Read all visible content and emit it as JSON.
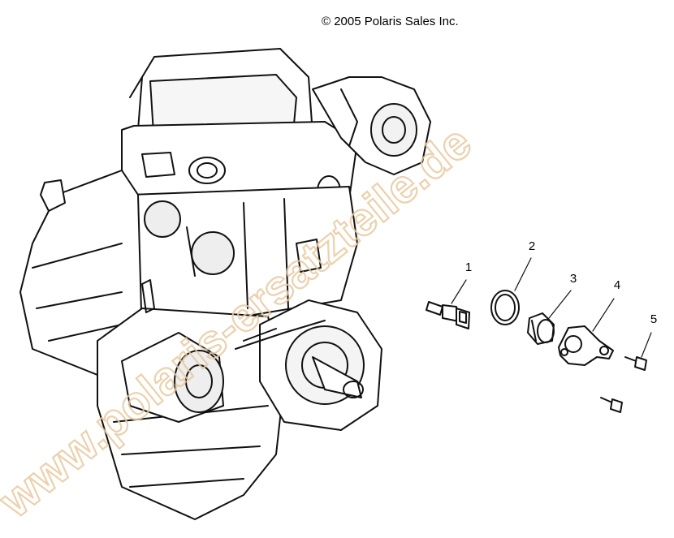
{
  "header": {
    "copyright": "© 2005 Polaris Sales Inc."
  },
  "watermark": {
    "text": "www.polaris-ersatzteile.de",
    "color": "#e8c9a0"
  },
  "callouts": [
    "1",
    "2",
    "3",
    "4",
    "5"
  ]
}
